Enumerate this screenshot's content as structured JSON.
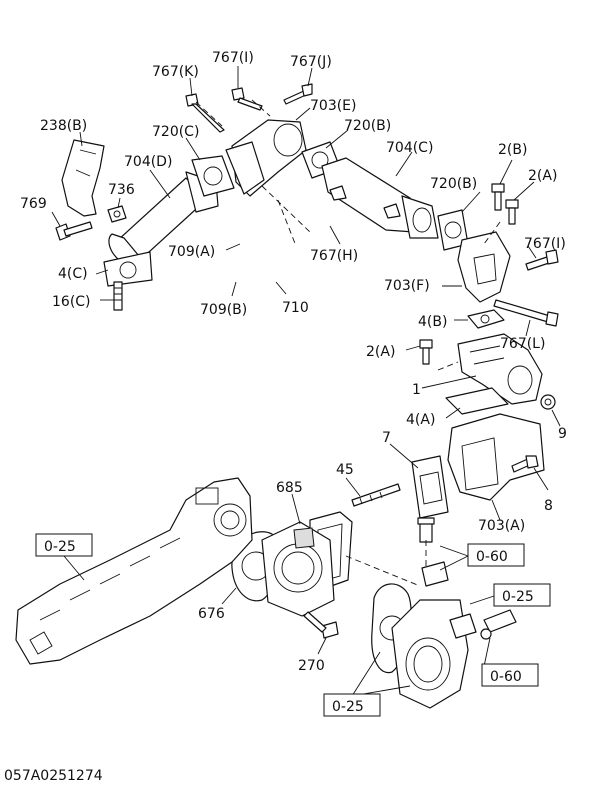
{
  "labels": {
    "l767K": "767(K)",
    "l767I_top": "767(I)",
    "l767J": "767(J)",
    "l703E": "703(E)",
    "l238B": "238(B)",
    "l720C": "720(C)",
    "l720B_top": "720(B)",
    "l704D": "704(D)",
    "l704C": "704(C)",
    "l2B": "2(B)",
    "l2A_top": "2(A)",
    "l736": "736",
    "l769": "769",
    "l720B_mid": "720(B)",
    "l709A": "709(A)",
    "l767H": "767(H)",
    "l767I_mid": "767(I)",
    "l4C": "4(C)",
    "l703F": "703(F)",
    "l16C": "16(C)",
    "l709B": "709(B)",
    "l710": "710",
    "l4B": "4(B)",
    "l767L": "767(L)",
    "l2A_mid": "2(A)",
    "l1": "1",
    "l4A": "4(A)",
    "l9": "9",
    "l7": "7",
    "l45": "45",
    "l685": "685",
    "l8": "8",
    "l703A": "703(A)",
    "l676": "676",
    "l270": "270"
  },
  "refs": {
    "r025_left": "0-25",
    "r060_a": "0-60",
    "r025_right": "0-25",
    "r060_b": "0-60",
    "r025_bottom": "0-25"
  },
  "figure_code": "057A0251274"
}
